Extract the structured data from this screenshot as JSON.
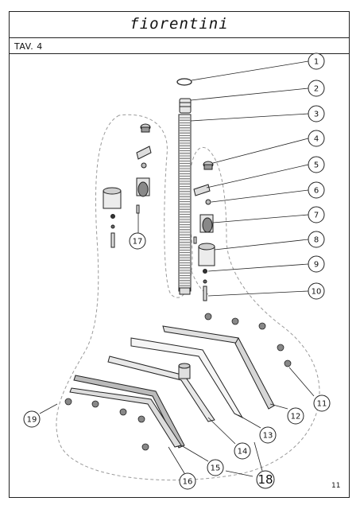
{
  "header": {
    "brand": "fiorentini",
    "table_label": "TAV. 4"
  },
  "footer": {
    "page_number": "11"
  },
  "callouts": [
    {
      "label": "1"
    },
    {
      "label": "2"
    },
    {
      "label": "3"
    },
    {
      "label": "4"
    },
    {
      "label": "5"
    },
    {
      "label": "6"
    },
    {
      "label": "7"
    },
    {
      "label": "8"
    },
    {
      "label": "9"
    },
    {
      "label": "10"
    },
    {
      "label": "11"
    },
    {
      "label": "12"
    },
    {
      "label": "13"
    },
    {
      "label": "14"
    },
    {
      "label": "15"
    },
    {
      "label": "16"
    },
    {
      "label": "17"
    },
    {
      "label": "18"
    },
    {
      "label": "19"
    }
  ]
}
